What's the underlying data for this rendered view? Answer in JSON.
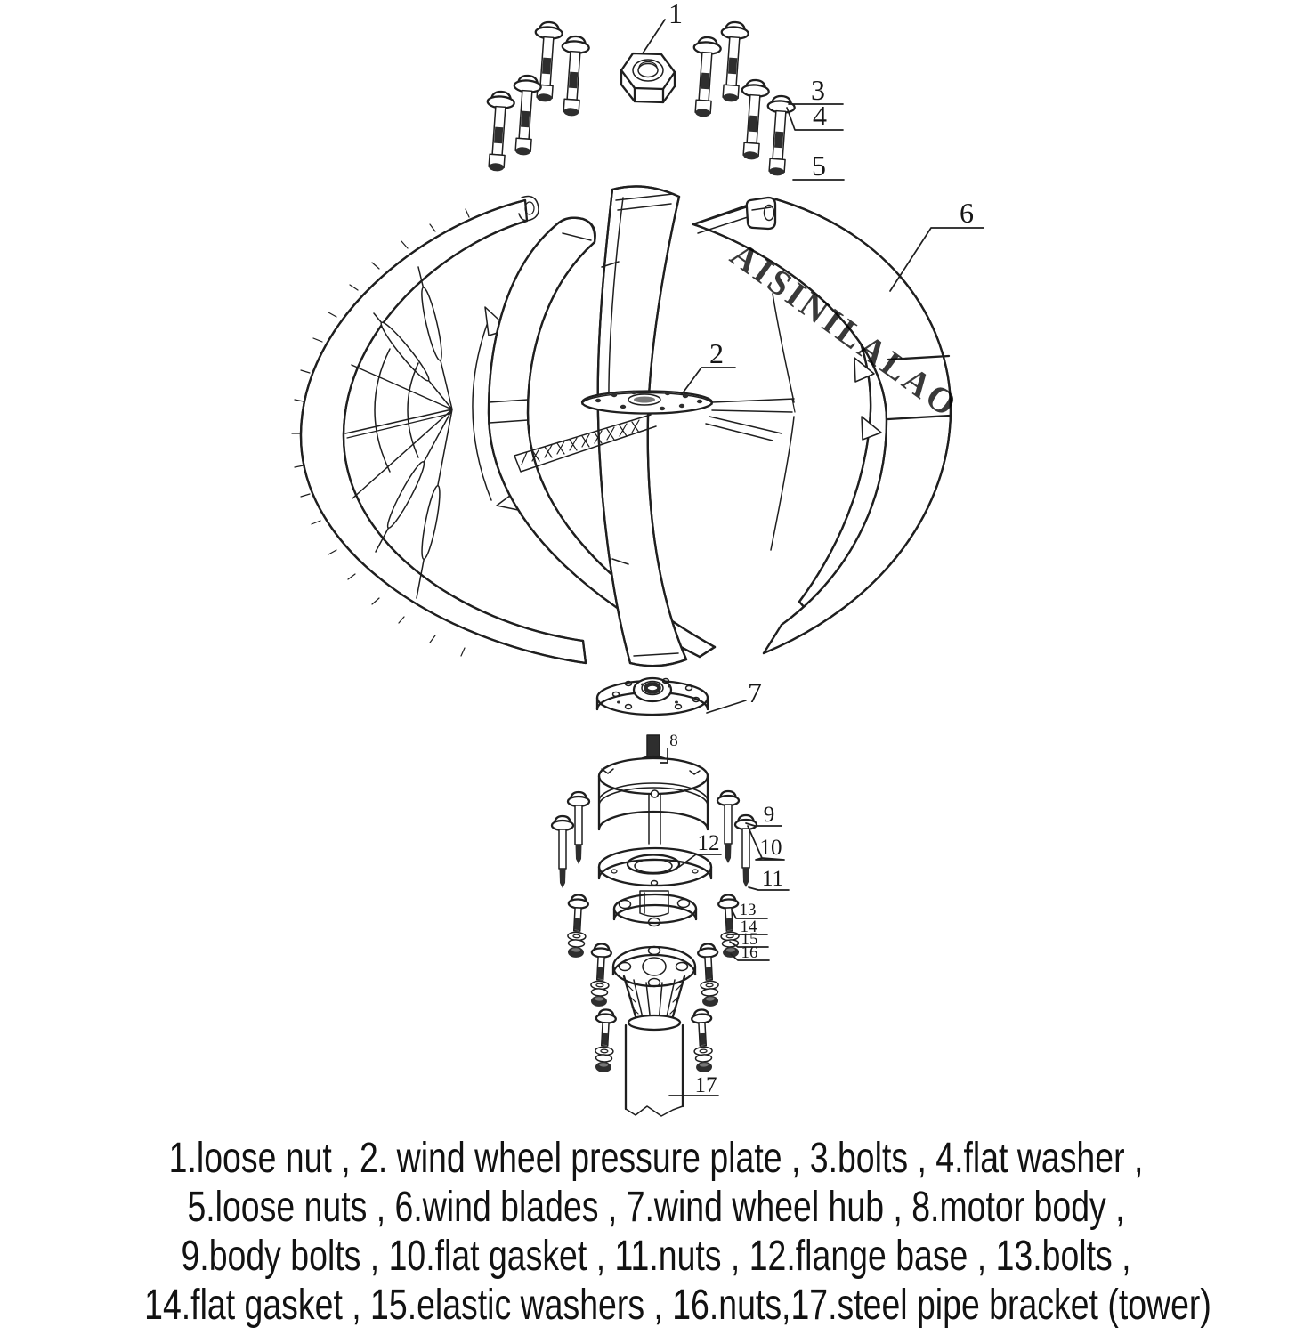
{
  "watermark": {
    "text": "AISINILALAO",
    "color": "#ee9a99"
  },
  "diagram": {
    "line_color": "#1f1f1f",
    "callouts": {
      "1": "1",
      "2": "2",
      "3": "3",
      "4": "4",
      "5": "5",
      "6": "6",
      "7": "7",
      "8": "8",
      "9": "9",
      "10": "10",
      "11": "11",
      "12": "12",
      "13": "13",
      "14": "14",
      "15": "15",
      "16": "16",
      "17": "17"
    }
  },
  "caption": {
    "lines": [
      "1.loose nut , 2. wind wheel pressure plate , 3.bolts , 4.flat washer ,",
      "5.loose nuts , 6.wind blades , 7.wind wheel hub , 8.motor body ,",
      "9.body bolts , 10.flat gasket , 11.nuts , 12.flange base , 13.bolts ,",
      "14.flat gasket , 15.elastic washers , 16.nuts,17.steel pipe bracket (tower)"
    ]
  },
  "parts": [
    {
      "number": "1",
      "name": "loose nut"
    },
    {
      "number": "2",
      "name": "wind wheel pressure plate"
    },
    {
      "number": "3",
      "name": "bolts"
    },
    {
      "number": "4",
      "name": "flat washer"
    },
    {
      "number": "5",
      "name": "loose nuts"
    },
    {
      "number": "6",
      "name": "wind blades"
    },
    {
      "number": "7",
      "name": "wind wheel hub"
    },
    {
      "number": "8",
      "name": "motor body"
    },
    {
      "number": "9",
      "name": "body bolts"
    },
    {
      "number": "10",
      "name": "flat gasket"
    },
    {
      "number": "11",
      "name": "nuts"
    },
    {
      "number": "12",
      "name": "flange base"
    },
    {
      "number": "13",
      "name": "bolts"
    },
    {
      "number": "14",
      "name": "flat gasket"
    },
    {
      "number": "15",
      "name": "elastic washers"
    },
    {
      "number": "16",
      "name": "nuts"
    },
    {
      "number": "17",
      "name": "steel pipe bracket (tower)"
    }
  ]
}
